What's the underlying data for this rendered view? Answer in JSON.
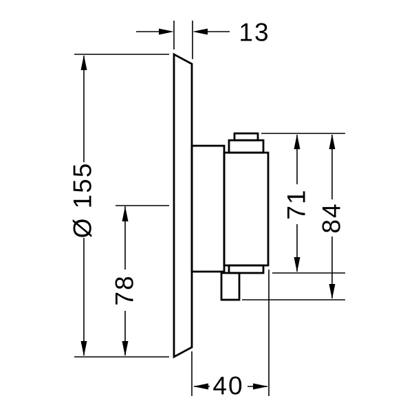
{
  "drawing": {
    "type": "technical-dimension-drawing",
    "view": "side-view-of-concealed-shower-valve-with-faceplate"
  },
  "labels": {
    "plate_thickness": "13",
    "plate_diameter": "Ø 155",
    "center_to_bottom": "78",
    "body_height_inner": "71",
    "body_height_outer": "84",
    "body_depth": "40"
  },
  "colors": {
    "line": "#000000",
    "background": "#ffffff"
  }
}
